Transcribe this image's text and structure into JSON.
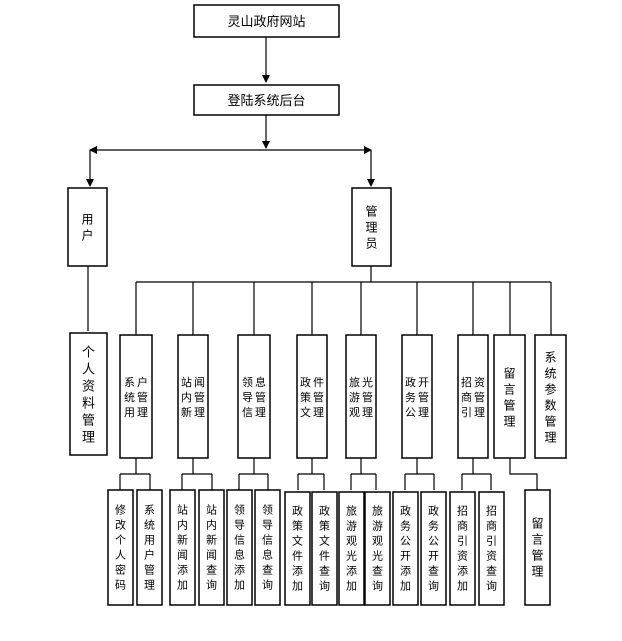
{
  "diagram": {
    "nodes": {
      "site": "灵山政府网站",
      "login": "登陆系统后台",
      "user": "用户",
      "admin": "管理员",
      "profile": "个人资料管理",
      "sysuser": "系统用户管理",
      "news": "站内新闻管理",
      "leader": "领导信息管理",
      "policy": "政策文件管理",
      "tour": "旅游观光管理",
      "gov": "政务公开管理",
      "invest": "招商引资管理",
      "msg": "留言管理",
      "param": "系统参数管理",
      "pwd": "修改个人密码",
      "sysuser2": "系统用户管理",
      "newsAdd": "站内新闻添加",
      "newsQuery": "站内新闻查询",
      "leaderAdd": "领导信息添加",
      "leaderQuery": "领导信息查询",
      "policyAdd": "政策文件添加",
      "policyQuery": "政策文件查询",
      "tourAdd": "旅游观光添加",
      "tourQuery": "旅游观光查询",
      "govAdd": "政务公开添加",
      "govQuery": "政务公开查询",
      "investAdd": "招商引资添加",
      "investQuery": "招商引资查询",
      "msgMgr": "留言管理"
    }
  }
}
